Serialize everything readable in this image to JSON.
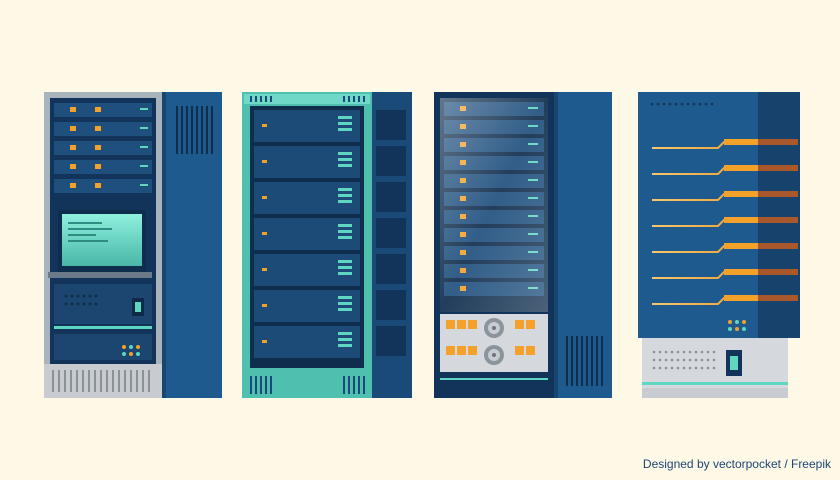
{
  "credit": {
    "text": "Designed by vectorpocket / Freepik"
  },
  "colors": {
    "background": "#fdf9e6",
    "cabinet_dark": "#13345a",
    "cabinet_mid": "#1f4f7d",
    "cabinet_light": "#2a6596",
    "accent_teal": "#5fd6bf",
    "accent_orange": "#f4a12c",
    "grille_grey": "#c8ccd0",
    "text_credit": "#1e4673"
  },
  "icons": [
    "server-rack",
    "monitor",
    "vent-grille",
    "led-indicator",
    "power-outlet",
    "cooling-fan"
  ]
}
